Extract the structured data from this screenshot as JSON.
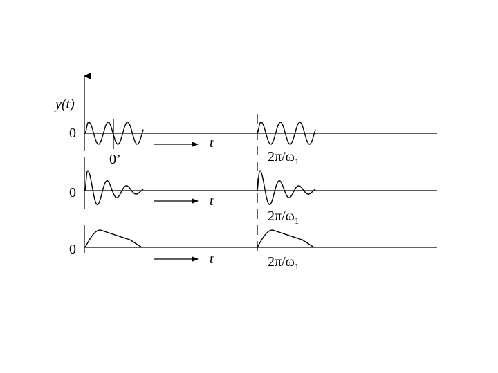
{
  "y_axis_label": "y(t)",
  "zero_label": "0",
  "shifted_origin_label": "0’",
  "time_label": "t",
  "period_label": {
    "main": "2π/ω",
    "subscript": "1"
  },
  "colors": {
    "ink": "#000000",
    "background": "#ffffff"
  }
}
